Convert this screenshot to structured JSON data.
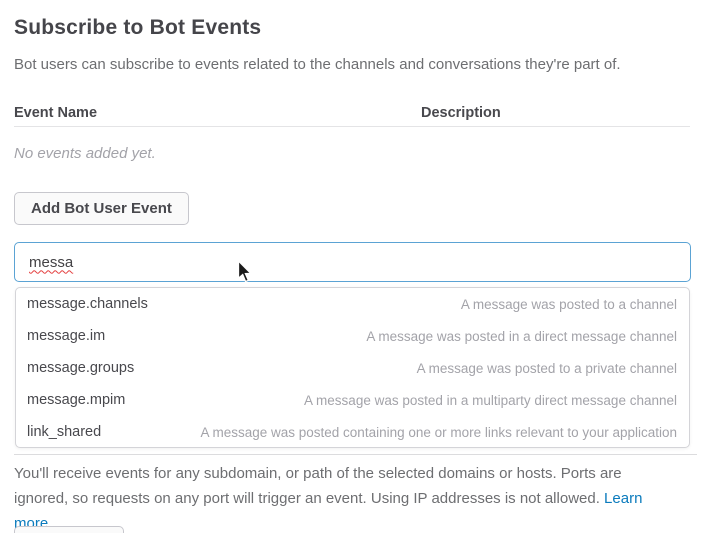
{
  "page": {
    "title": "Subscribe to Bot Events",
    "subtitle": "Bot users can subscribe to events related to the channels and conversations they're part of."
  },
  "events_table": {
    "columns": [
      "Event Name",
      "Description"
    ],
    "empty_message": "No events added yet."
  },
  "actions": {
    "add_button_label": "Add Bot User Event"
  },
  "event_search": {
    "value": "messa",
    "suggestions": [
      {
        "name": "message.channels",
        "description": "A message was posted to a channel"
      },
      {
        "name": "message.im",
        "description": "A message was posted in a direct message channel"
      },
      {
        "name": "message.groups",
        "description": "A message was posted to a private channel"
      },
      {
        "name": "message.mpim",
        "description": "A message was posted in a multiparty direct message channel"
      },
      {
        "name": "link_shared",
        "description": "A message was posted containing one or more links relevant to your application"
      }
    ]
  },
  "footer": {
    "note": "You'll receive events for any subdomain, or path of the selected domains or hosts. Ports are ignored, so requests on any port will trigger an event. Using IP addresses is not allowed. ",
    "learn_more_label": "Learn more."
  },
  "colors": {
    "input_focus_border": "#5ba3d4",
    "link_blue": "#0b7bbd",
    "heading_text": "#45454a",
    "body_text": "#6d6e71",
    "muted_text": "#a3a3a9",
    "spellcheck_red": "#e33e3e"
  }
}
